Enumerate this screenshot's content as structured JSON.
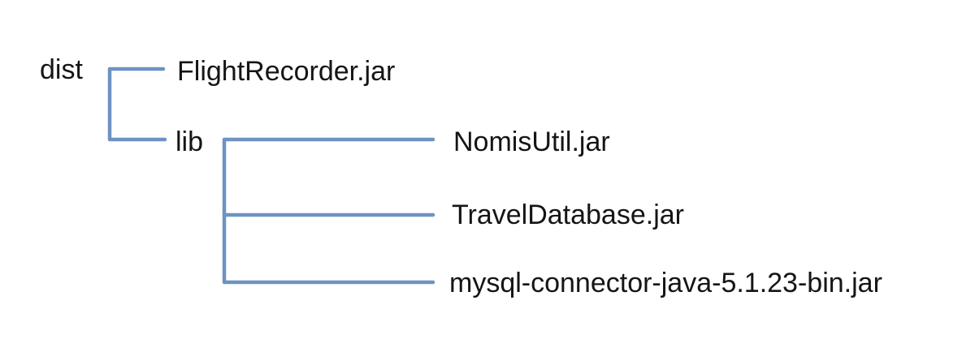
{
  "tree": {
    "line_color": "#6e92c2",
    "root": {
      "label": "dist"
    },
    "root_children": [
      {
        "label": "FlightRecorder.jar"
      },
      {
        "label": "lib",
        "children": [
          {
            "label": "NomisUtil.jar"
          },
          {
            "label": "TravelDatabase.jar"
          },
          {
            "label": "mysql-connector-java-5.1.23-bin.jar"
          }
        ]
      }
    ]
  }
}
